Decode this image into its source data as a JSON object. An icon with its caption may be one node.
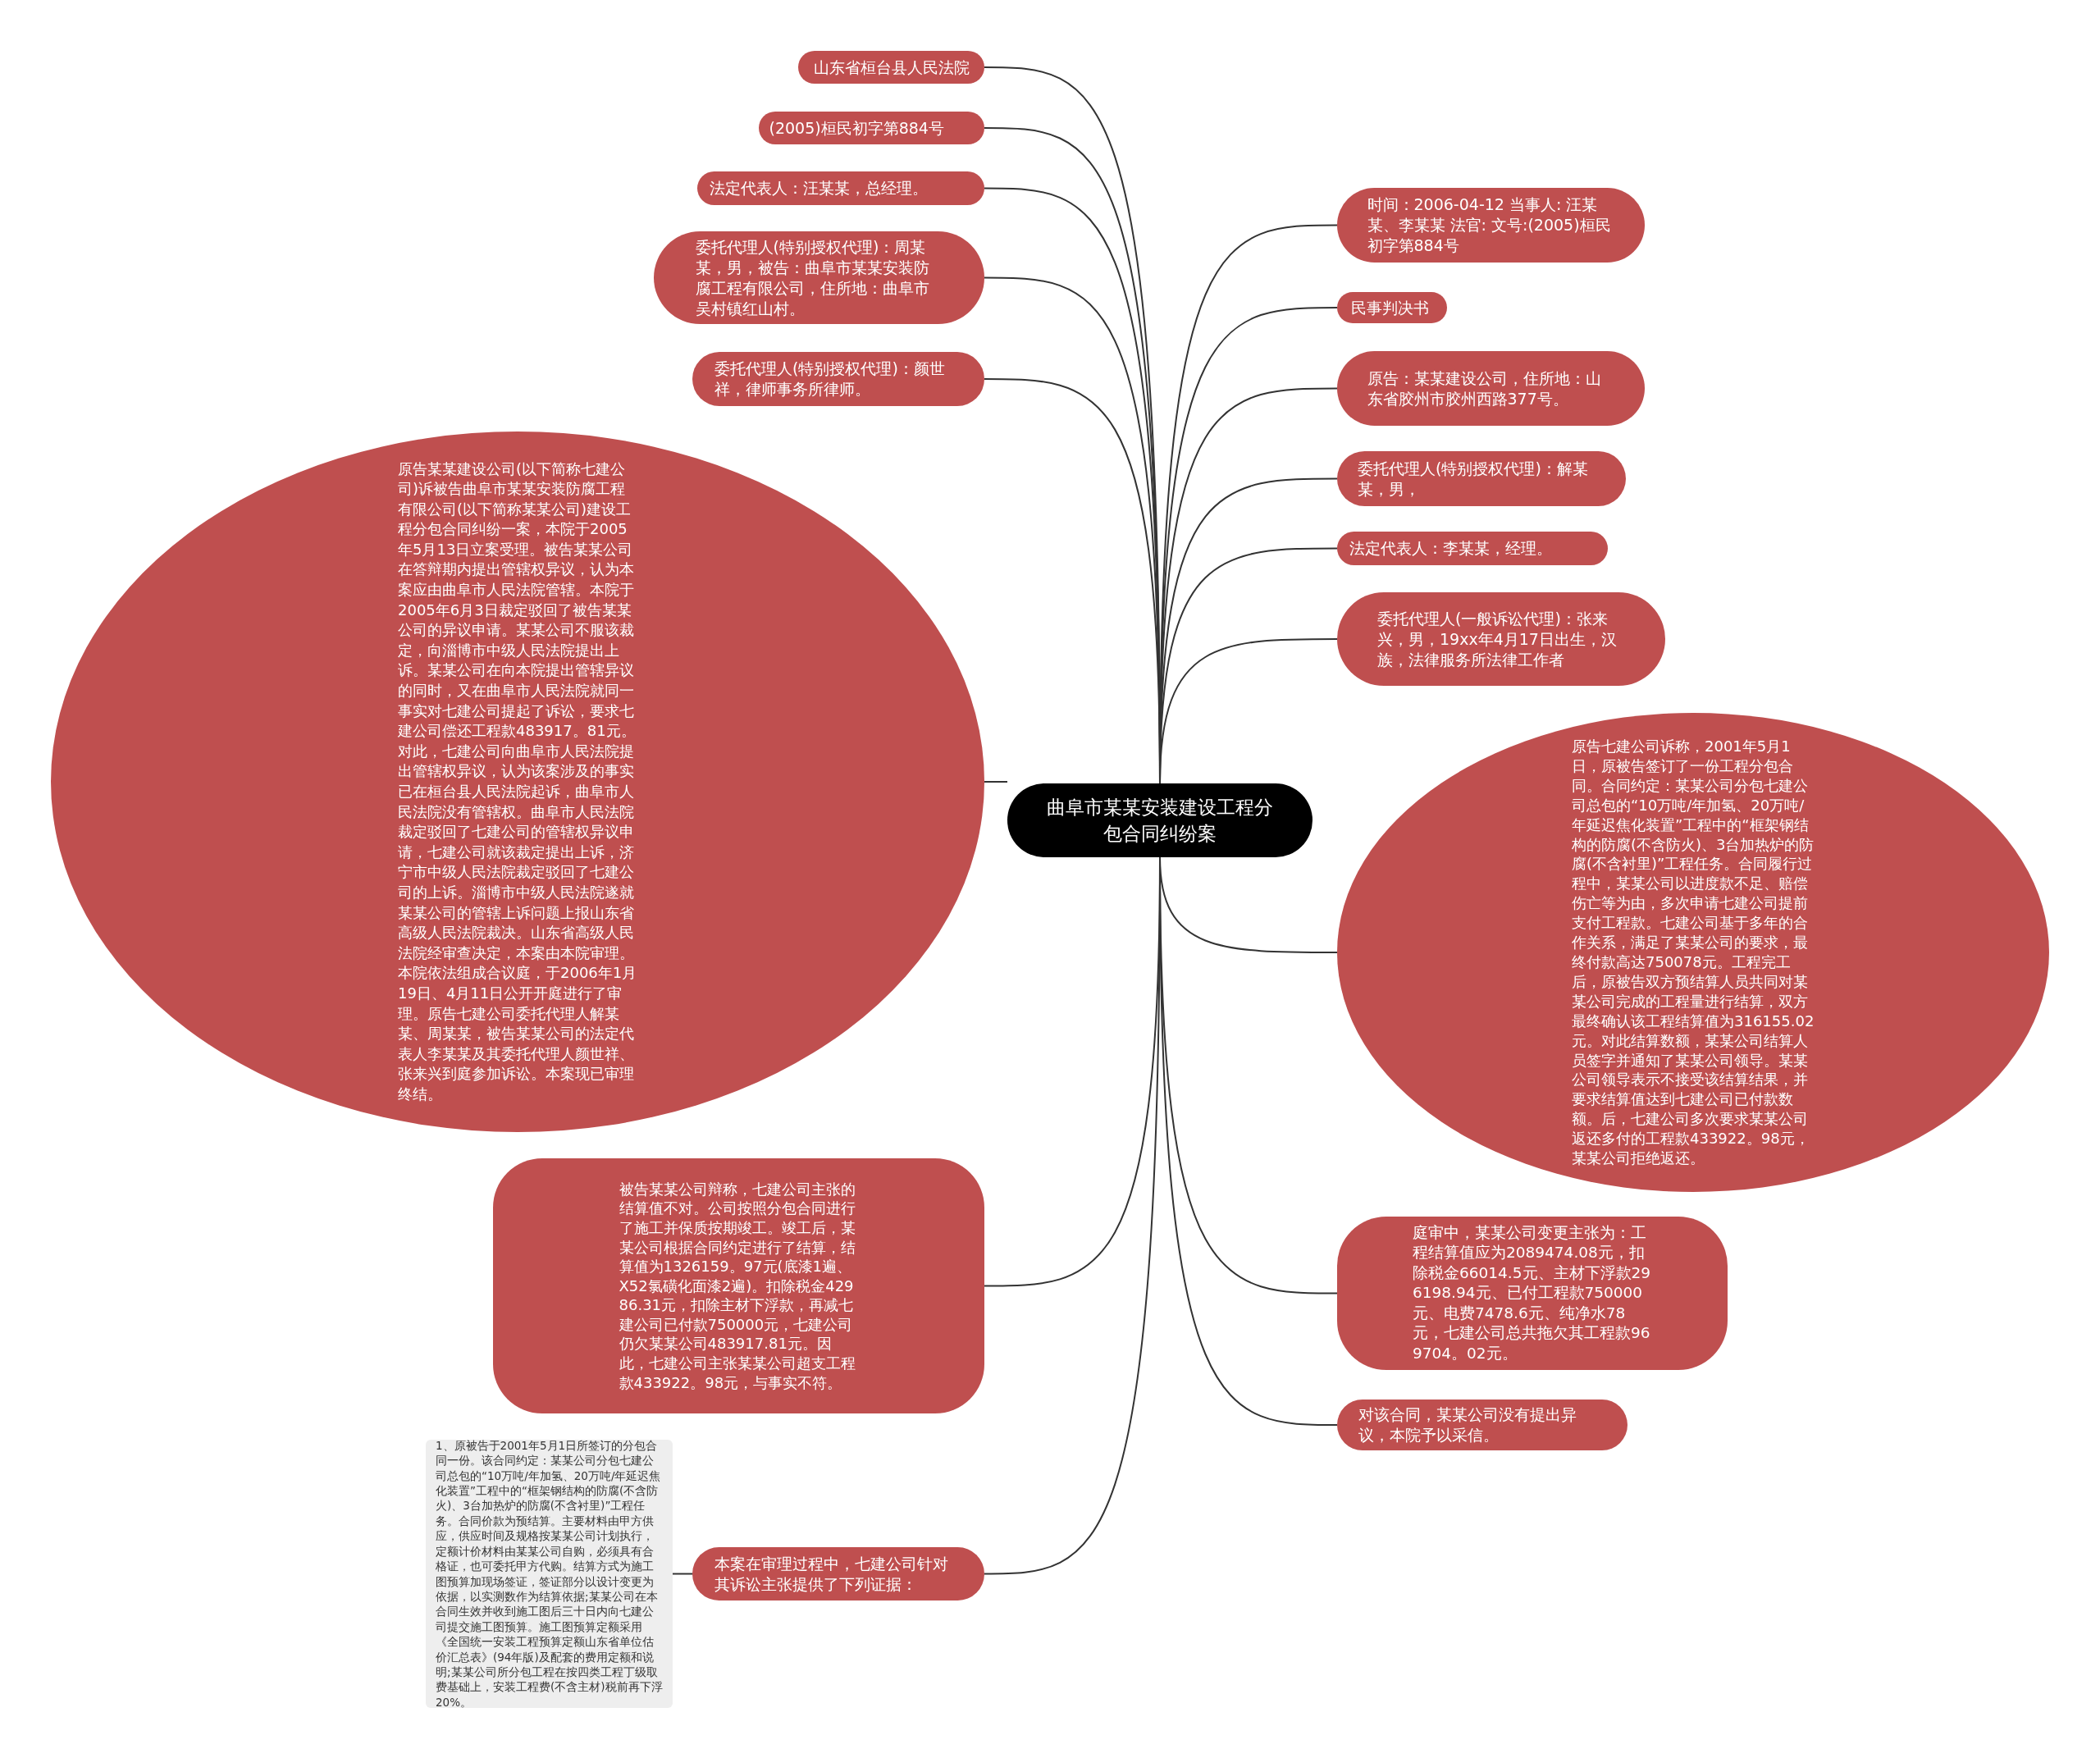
{
  "diagram": {
    "nodes": [
      {
        "text": [
          "曲阜市某某安装建设工程分包合同纠纷案"
        ]
      },
      {
        "text": [
          "山东省桓台县人民法院"
        ]
      },
      {
        "text": [
          "(2005)桓民初字第884号"
        ]
      },
      {
        "text": [
          "法定代表人：汪某某，总经理。"
        ]
      },
      {
        "text": [
          "委托代理人(特别授权代理)：周某某，男，被告：曲阜市某某安装防腐工程有限公司，住所地：曲阜市吴村镇红山村。"
        ]
      },
      {
        "text": [
          "委托代理人(特别授权代理)：颜世祥，律师事务所律师。"
        ]
      },
      {
        "text": [
          "原告某某建设公司(以下简称七建公司)诉被告曲阜市某某安装防腐工程有限公司(以下简称某某公司)建设工程分包合同纠纷一案，本院于2005年5月13日立案受理。被告某某公司在答辩期内提出管辖权异议，认为本案应由曲阜市人民法院管辖。本院于2005年6月3日裁定驳回了被告某某公司的异议申请。某某公司不服该裁定，向淄博市中级人民法院提出上诉。某某公司在向本院提出管辖异议的同时，又在曲阜市人民法院就同一事实对七建公司提起了诉讼，要求七建公司偿还工程款483917。81元。对此，七建公司向曲阜市人民法院提出管辖权异议，认为该案涉及的事实已在桓台县人民法院起诉，曲阜市人民法院没有管辖权。曲阜市人民法院裁定驳回了七建公司的管辖权异议申请，七建公司就该裁定提出上诉，济宁市中级人民法院裁定驳回了七建公司的上诉。淄博市中级人民法院遂就某某公司的管辖上诉问题上报山东省高级人民法院裁决。山东省高级人民法院经审查决定，本案由本院审理。本院依法组成合议庭，于2006年1月19日、4月11日公开开庭进行了审理。原告七建公司委托代理人解某某、周某某，被告某某公司的法定代表人李某某及其委托代理人颜世祥、张来兴到庭参加诉讼。本案现已审理终结。"
        ]
      },
      {
        "text": [
          "被告某某公司辩称，七建公司主张的结算值不对。公司按照分包合同进行了施工并保质按期竣工。竣工后，某某公司根据合同约定进行了结算，结算值为1326159。97元(底漆1遍、X52氯磺化面漆2遍)。扣除税金42986.31元，扣除主材下浮款，再减七建公司已付款750000元，七建公司仍欠某某公司483917.81元。因此，七建公司主张某某公司超支工程款433922。98元，与事实不符。"
        ]
      },
      {
        "text": [
          "本案在审理过程中，七建公司针对其诉讼主张提供了下列证据："
        ]
      },
      {
        "text": [
          "1、原被告于2001年5月1日所签订的分包合同一份。该合同约定：某某公司分包七建公司总包的“10万吨/年加氢、20万吨/年延迟焦化装置”工程中的“框架钢结构的防腐(不含防火)、3台加热炉的防腐(不含衬里)”工程任务。合同价款为预结算。主要材料由甲方供应，供应时间及规格按某某公司计划执行，定额计价材料由某某公司自购，必须具有合格证，也可委托甲方代购。结算方式为施工图预算加现场签证，签证部分以设计变更为依据，以实测数作为结算依据;某某公司在本合同生效并收到施工图后三十日内向七建公司提交施工图预算。施工图预算定额采用《全国统一安装工程预算定额山东省单位估价汇总表》(94年版)及配套的费用定额和说明;某某公司所分包工程在按四类工程丁级取费基础上，安装工程费(不含主材)税前再下浮20%。"
        ]
      },
      {
        "text": [
          "时间：2006-04-12 当事人: 汪某某、李某某 法官: 文号:(2005)桓民初字第884号"
        ]
      },
      {
        "text": [
          "民事判决书"
        ]
      },
      {
        "text": [
          "原告：某某建设公司，住所地：山东省胶州市胶州西路377号。"
        ]
      },
      {
        "text": [
          "委托代理人(特别授权代理)：解某某，男，"
        ]
      },
      {
        "text": [
          "法定代表人：李某某，经理。"
        ]
      },
      {
        "text": [
          "委托代理人(一般诉讼代理)：张来兴，男，19xx年4月17日出生，汉族，法律服务所法律工作者"
        ]
      },
      {
        "text": [
          "原告七建公司诉称，2001年5月1日，原被告签订了一份工程分包合同。合同约定：某某公司分包七建公司总包的“10万吨/年加氢、20万吨/年延迟焦化装置”工程中的“框架钢结构的防腐(不含防火)、3台加热炉的防腐(不含衬里)”工程任务。合同履行过程中，某某公司以进度款不足、赔偿伤亡等为由，多次申请七建公司提前支付工程款。七建公司基于多年的合作关系，满足了某某公司的要求，最终付款高达750078元。工程完工后，原被告双方预结算人员共同对某某公司完成的工程量进行结算，双方最终确认该工程结算值为316155.02元。对此结算数额，某某公司结算人员签字并通知了某某公司领导。某某公司领导表示不接受该结算结果，并要求结算值达到七建公司已付款数额。后，七建公司多次要求某某公司返还多付的工程款433922。98元，某某公司拒绝返还。"
        ]
      },
      {
        "text": [
          "庭审中，某某公司变更主张为：工程结算值应为2089474.08元，扣除税金66014.5元、主材下浮款296198.94元、已付工程款750000元、电费7478.6元、纯净水78元，七建公司总共拖欠其工程款969704。02元。"
        ]
      },
      {
        "text": [
          "对该合同，某某公司没有提出异议，本院予以采信。"
        ]
      }
    ],
    "edges": [
      {
        "from": 0,
        "to": 1,
        "arrow": "none"
      },
      {
        "from": 0,
        "to": 2,
        "arrow": "none"
      },
      {
        "from": 0,
        "to": 3,
        "arrow": "none"
      },
      {
        "from": 0,
        "to": 4,
        "arrow": "none"
      },
      {
        "from": 0,
        "to": 5,
        "arrow": "none"
      },
      {
        "from": 0,
        "to": 6,
        "arrow": "none"
      },
      {
        "from": 0,
        "to": 7,
        "arrow": "none"
      },
      {
        "from": 0,
        "to": 8,
        "arrow": "none"
      },
      {
        "from": 8,
        "to": 9,
        "arrow": "none"
      },
      {
        "from": 0,
        "to": 10,
        "arrow": "none"
      },
      {
        "from": 0,
        "to": 11,
        "arrow": "none"
      },
      {
        "from": 0,
        "to": 12,
        "arrow": "none"
      },
      {
        "from": 0,
        "to": 13,
        "arrow": "none"
      },
      {
        "from": 0,
        "to": 14,
        "arrow": "none"
      },
      {
        "from": 0,
        "to": 15,
        "arrow": "none"
      },
      {
        "from": 0,
        "to": 16,
        "arrow": "none"
      },
      {
        "from": 0,
        "to": 17,
        "arrow": "none"
      },
      {
        "from": 0,
        "to": 18,
        "arrow": "none"
      }
    ]
  }
}
